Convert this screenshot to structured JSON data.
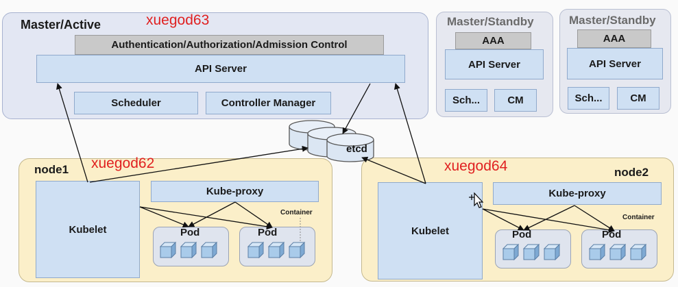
{
  "master": {
    "title": "Master/Active",
    "host": "xuegod63",
    "auth": "Authentication/Authorization/Admission Control",
    "api_server": "API Server",
    "scheduler": "Scheduler",
    "controller_manager": "Controller Manager"
  },
  "standby1": {
    "title": "Master/Standby",
    "aaa": "AAA",
    "api_server": "API Server",
    "sch": "Sch...",
    "cm": "CM"
  },
  "standby2": {
    "title": "Master/Standby",
    "aaa": "AAA",
    "api_server": "API Server",
    "sch": "Sch...",
    "cm": "CM"
  },
  "etcd": {
    "label": "etcd"
  },
  "node1": {
    "title": "node1",
    "host": "xuegod62",
    "kubelet": "Kubelet",
    "kube_proxy": "Kube-proxy",
    "pod1": "Pod",
    "pod2": "Pod",
    "container": "Container"
  },
  "node2": {
    "title": "node2",
    "host": "xuegod64",
    "kubelet": "Kubelet",
    "kube_proxy": "Kube-proxy",
    "pod1": "Pod",
    "pod2": "Pod",
    "container": "Container"
  },
  "colors": {
    "host_tag": "#e02020",
    "node_bg": "#fbefc9",
    "box_blue": "#cfe0f3",
    "cube": "#9fc3e6"
  },
  "icons": [
    "cube-icon",
    "database-icon",
    "mouse-cursor-icon"
  ]
}
